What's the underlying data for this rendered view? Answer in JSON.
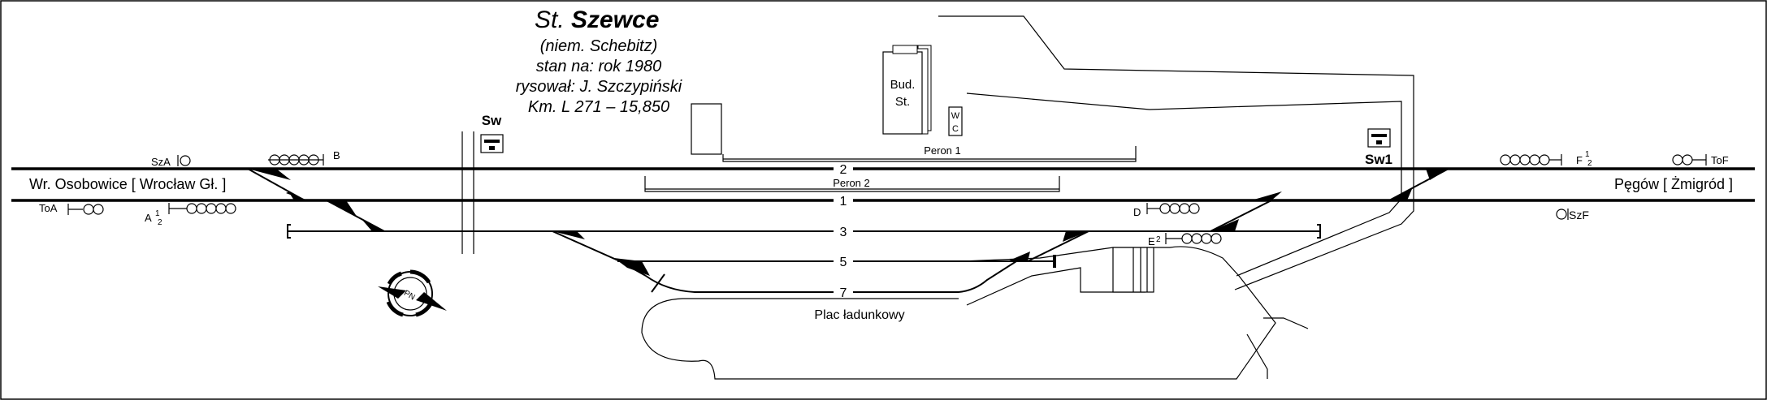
{
  "header": {
    "title_prefix": "St.",
    "title_name": "Szewce",
    "sub1": "(niem. Schebitz)",
    "sub2": "stan na: rok 1980",
    "sub3": "rysował: J. Szczypiński",
    "sub4": "Km. L 271 – 15,850"
  },
  "directions": {
    "left": "Wr. Osobowice [ Wrocław Gł. ]",
    "right": "Pęgów [ Żmigród ]"
  },
  "signal_boxes": {
    "sw": "Sw",
    "sw1": "Sw1"
  },
  "buildings": {
    "station_line1": "Bud.",
    "station_line2": "St.",
    "wc_line1": "W",
    "wc_line2": "C"
  },
  "platforms": {
    "peron1": "Peron 1",
    "peron2": "Peron 2"
  },
  "tracks": [
    "2",
    "1",
    "3",
    "5",
    "7"
  ],
  "loading_yard": "Plac ładunkowy",
  "signals": {
    "SzA": "SzA",
    "B": "B",
    "ToA": "ToA",
    "A": "A",
    "A_sup": "1",
    "A_sub": "2",
    "D": "D",
    "E": "E",
    "E_sup": "2",
    "F": "F",
    "F_sup": "1",
    "F_sub": "2",
    "ToF": "ToF",
    "SzF": "SzF"
  },
  "compass_label": "PN"
}
